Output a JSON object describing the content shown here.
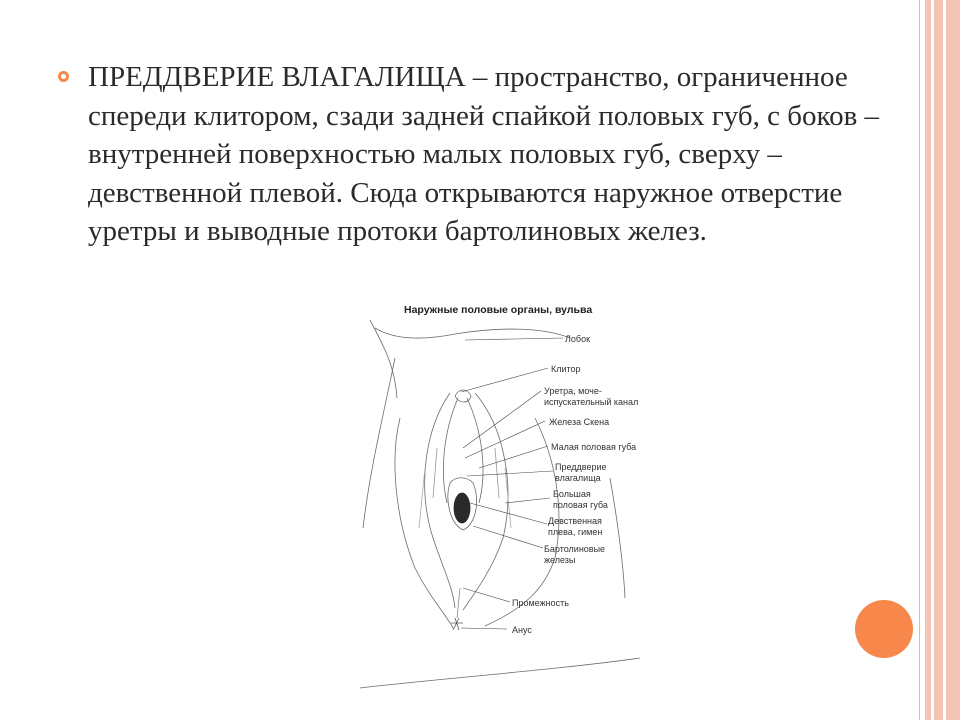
{
  "slide": {
    "heading": "ПРЕДДВЕРИЕ  ВЛАГАЛИЩА",
    "body": " – пространство, ограниченное спереди клитором, сзади задней спайкой половых губ, с боков – внутренней поверхностью малых половых губ, сверху – девственной плевой. Сюда открываются наружное отверстие уретры и выводные протоки бартолиновых желез."
  },
  "illustration": {
    "title": "Наружные половые органы, вульва",
    "labels": {
      "lobok": "Лобок",
      "klitor": "Клитор",
      "uretra_1": "Уретра, моче-",
      "uretra_2": "испускательный канал",
      "skena": "Железа Скена",
      "malaya": "Малая половая губа",
      "preddverie_1": "Преддверие",
      "preddverie_2": "влагалища",
      "bolshaya_1": "Большая",
      "bolshaya_2": "половая губа",
      "devstv_1": "Девственная",
      "devstv_2": "плева, гимен",
      "bartolin_1": "Бартолиновые",
      "bartolin_2": "железы",
      "promezhnost": "Промежность",
      "anus": "Анус"
    }
  },
  "colors": {
    "accent": "#f7874a",
    "frame": "#f3c6b4"
  }
}
